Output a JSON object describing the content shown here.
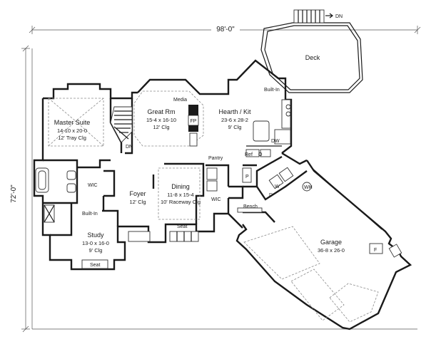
{
  "dimensions": {
    "overall_width": "98'-0\"",
    "overall_depth": "72'-0\""
  },
  "rooms": {
    "master_suite": {
      "name": "Master Suite",
      "size": "14-10 x 20-0",
      "ceiling": "12' Tray Clg"
    },
    "great_rm": {
      "name": "Great Rm",
      "size": "15-4 x 16-10",
      "ceiling": "12' Clg"
    },
    "hearth_kit": {
      "name": "Hearth / Kit",
      "size": "23-6 x 28-2",
      "ceiling": "9' Clg"
    },
    "deck": {
      "name": "Deck"
    },
    "foyer": {
      "name": "Foyer",
      "ceiling": "12' Clg"
    },
    "dining": {
      "name": "Dining",
      "size": "11-8 x 15-4",
      "ceiling": "10' Raceway Clg"
    },
    "study": {
      "name": "Study",
      "size": "13-0 x 16-0",
      "ceiling": "9' Clg"
    },
    "garage": {
      "name": "Garage",
      "size": "36-8 x 26-0"
    }
  },
  "labels": {
    "media": "Media",
    "fp": "FP",
    "built_in_kitchen": "Built-In",
    "built_in_study": "Built-In",
    "dn_stair": "DN",
    "dn_deck": "DN",
    "dw": "DW",
    "pantry": "Pantry",
    "ref": "Ref",
    "oven": "O",
    "wic_master": "WIC",
    "wic_hall": "WIC",
    "pantry_p": "P",
    "washer": "W",
    "dryer": "D",
    "water_heater": "WH",
    "bench": "Bench",
    "seat_dining": "Seat",
    "seat_study": "Seat",
    "furnace": "F"
  }
}
